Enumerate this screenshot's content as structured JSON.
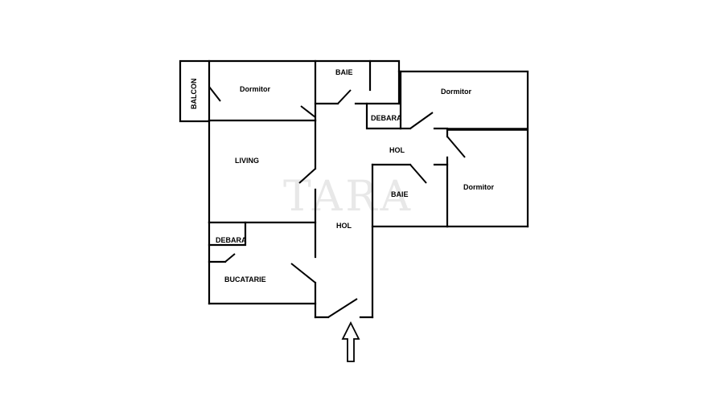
{
  "rooms": {
    "balcon": "BALCON",
    "dormitor_left": "Dormitor",
    "baie_top": "BAIE",
    "dormitor_top_right": "Dormitor",
    "debara_right": "DEBARA",
    "hol_right": "HOL",
    "living": "LIVING",
    "baie_right": "BAIE",
    "dormitor_right": "Dormitor",
    "hol_center": "HOL",
    "debara_left": "DEBARA",
    "bucatarie": "BUCATARIE"
  },
  "watermark": "TARA",
  "colors": {
    "wall": "#000000",
    "background": "#ffffff",
    "watermark": "#e8e8e8"
  },
  "entrance_icon": "up-arrow-icon"
}
